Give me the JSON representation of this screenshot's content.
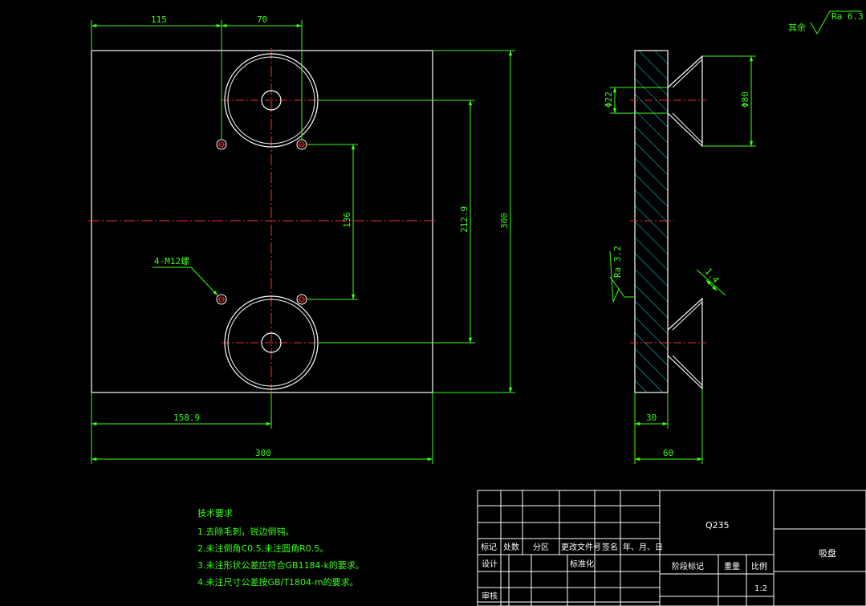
{
  "front_view": {
    "dims": {
      "d115": "115",
      "d70": "70",
      "d300_vert": "300",
      "d212_9": "212.9",
      "d136": "136",
      "d158_9": "158.9",
      "d300_horiz": "300",
      "thread_label": "4-M12螺"
    }
  },
  "side_view": {
    "dims": {
      "phi22": "Φ22",
      "phi80": "Φ80",
      "ra32": "Ra 3.2",
      "angle": "1.4",
      "d30": "30",
      "d60": "60"
    }
  },
  "surface_note": {
    "prefix": "其余",
    "ra": "Ra 6.3"
  },
  "tech_requirements": {
    "title": "技术要求",
    "items": [
      "1.去除毛刺，锐边倒钝。",
      "2.未注倒角C0.5,未注圆角R0.5。",
      "3.未注形状公差应符合GB1184-k的要求。",
      "4.未注尺寸公差按GB/T1804-m的要求。"
    ]
  },
  "title_block": {
    "material": "Q235",
    "part_name": "吸盘",
    "headers": [
      "标记",
      "处数",
      "分区",
      "更改文件号",
      "签名",
      "年、月、日"
    ],
    "design": "设计",
    "standardize": "标准化",
    "review": "审核",
    "stage_mark": "阶段标记",
    "weight": "重量",
    "scale_label": "比例",
    "scale": "1:2"
  }
}
